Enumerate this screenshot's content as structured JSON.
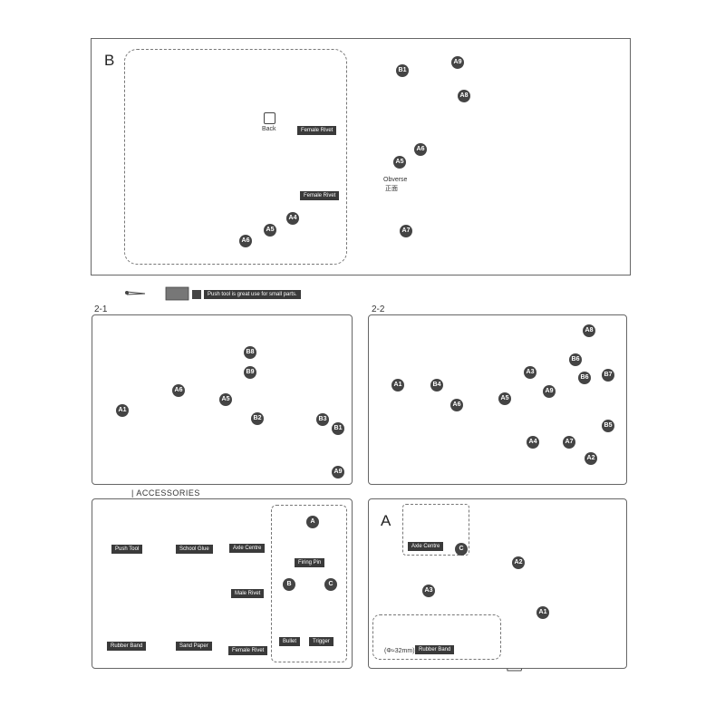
{
  "sections": {
    "b": "B",
    "s21": "2-1",
    "s22": "2-2",
    "accessories": "| ACCESSORIES",
    "a": "A"
  },
  "labels": {
    "back": "Back",
    "female_rivet": "Female Rivet",
    "obverse": "Obverse",
    "obverse_cn": "正面",
    "push_tool_tip": "Push tool is great use for small parts.",
    "push_tool": "Push Tool",
    "school_glue": "School Glue",
    "axle_centre": "Axle Centre",
    "firing_pin": "Firing Pin",
    "male_rivet": "Male Rivet",
    "rubber_band": "Rubber Band",
    "sand_paper": "Sand Paper",
    "bullet": "Bullet",
    "trigger": "Trigger",
    "diameter": "(Φ≈32mm)"
  },
  "parts": {
    "A1": "A1",
    "A2": "A2",
    "A3": "A3",
    "A4": "A4",
    "A5": "A5",
    "A6": "A6",
    "A7": "A7",
    "A8": "A8",
    "A9": "A9",
    "B1": "B1",
    "B2": "B2",
    "B3": "B3",
    "B4": "B4",
    "B5": "B5",
    "B6": "B6",
    "B7": "B7",
    "B8": "B8",
    "B9": "B9",
    "A": "A",
    "B": "B",
    "C": "C"
  },
  "colors": {
    "border": "#666666",
    "label_bg": "#3a3a3a",
    "part_marker": "#444444"
  }
}
